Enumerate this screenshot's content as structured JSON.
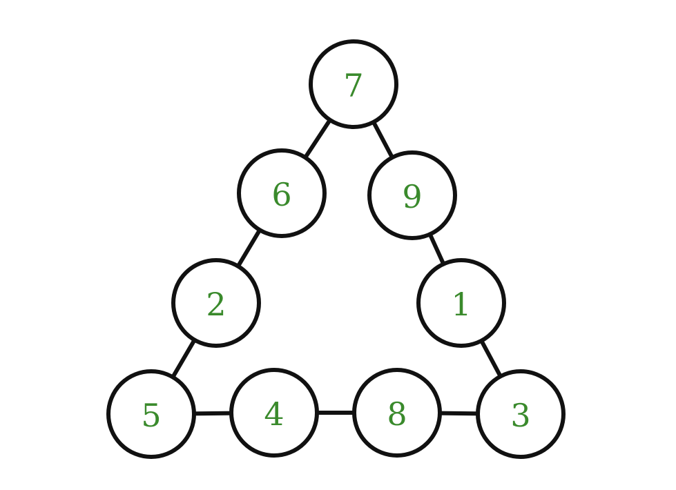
{
  "diagram": {
    "number_color": "#3a8a2c",
    "line_color": "#111111",
    "nodes": [
      {
        "id": "top",
        "label": "7"
      },
      {
        "id": "left-upper",
        "label": "6"
      },
      {
        "id": "right-upper",
        "label": "9"
      },
      {
        "id": "left-middle",
        "label": "2"
      },
      {
        "id": "right-middle",
        "label": "1"
      },
      {
        "id": "bottom-left",
        "label": "5"
      },
      {
        "id": "bottom-inner-left",
        "label": "4"
      },
      {
        "id": "bottom-inner-right",
        "label": "8"
      },
      {
        "id": "bottom-right",
        "label": "3"
      }
    ],
    "edges": [
      [
        "top",
        "left-upper"
      ],
      [
        "top",
        "right-upper"
      ],
      [
        "left-upper",
        "left-middle"
      ],
      [
        "left-middle",
        "bottom-left"
      ],
      [
        "right-upper",
        "right-middle"
      ],
      [
        "right-middle",
        "bottom-right"
      ],
      [
        "bottom-left",
        "bottom-inner-left"
      ],
      [
        "bottom-inner-left",
        "bottom-inner-right"
      ],
      [
        "bottom-inner-right",
        "bottom-right"
      ]
    ]
  }
}
